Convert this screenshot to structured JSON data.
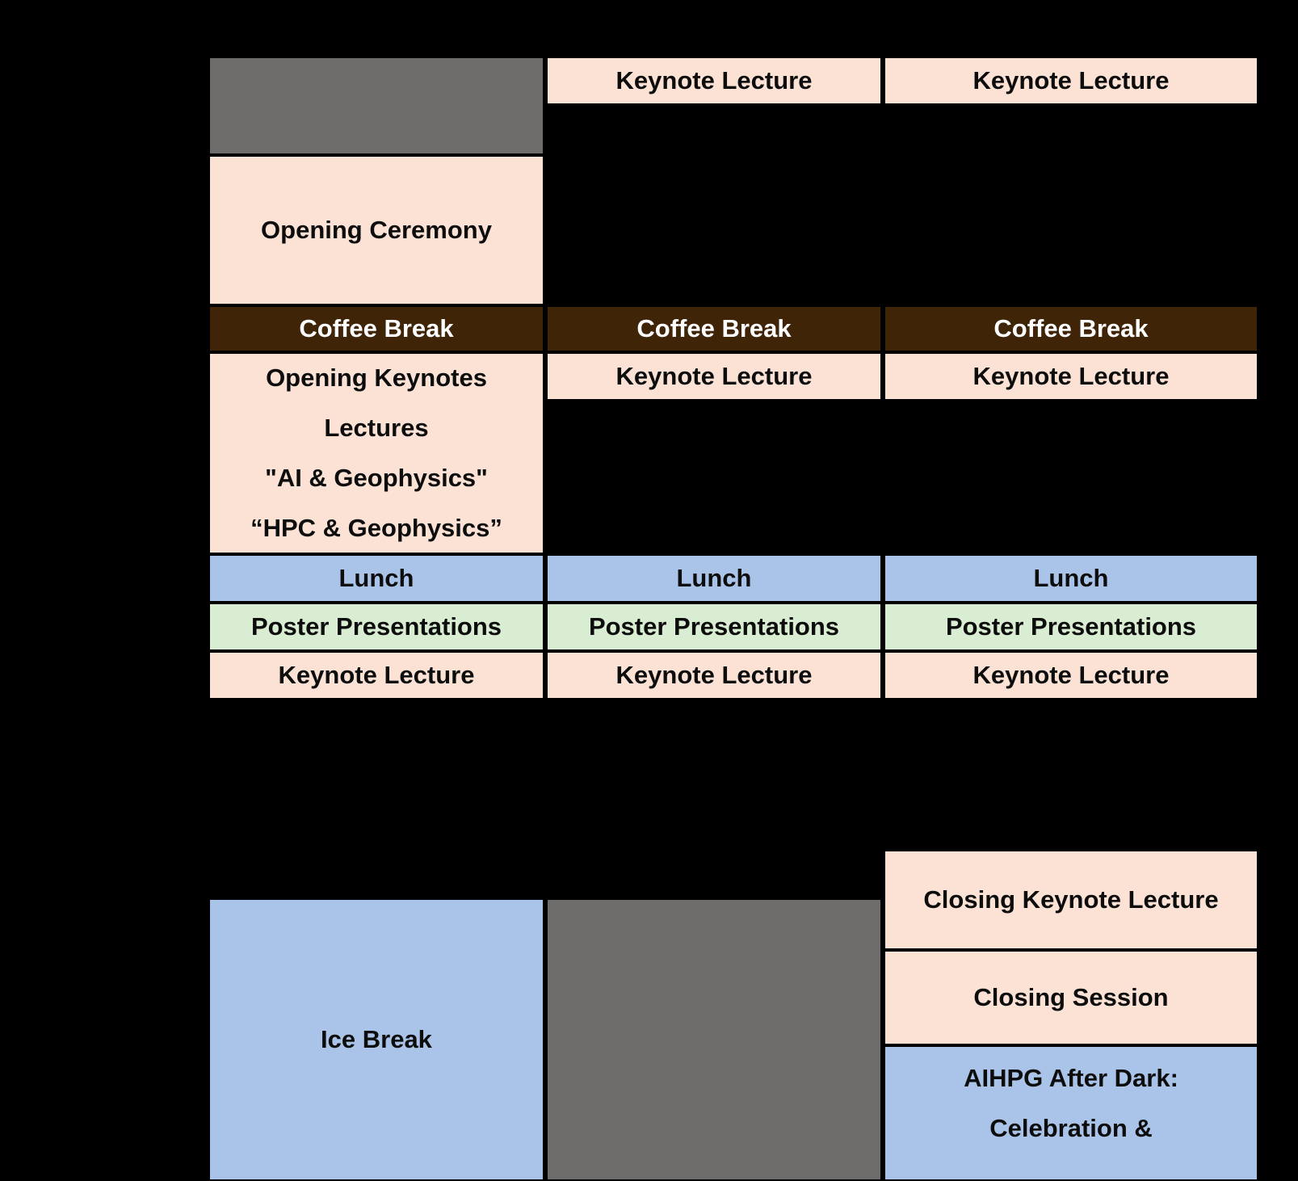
{
  "page": {
    "background": "#000000",
    "description_colors": {
      "keynote_block": "#FBE2D5",
      "coffee_block": "#3F2408",
      "lunch_ice_block": "#A9C4E8",
      "poster_block": "#D8EDD1",
      "empty_block": "#6F6C6C",
      "text_dark": "#0d0d0d",
      "text_light": "#FFFFFF"
    }
  },
  "cells": {
    "d2_keynote_early": {
      "label": "Keynote Lecture"
    },
    "d3_keynote_early": {
      "label": "Keynote Lecture"
    },
    "d1_opening_ceremony": {
      "label": "Opening Ceremony"
    },
    "d1_coffee": {
      "label": "Coffee Break"
    },
    "d2_coffee": {
      "label": "Coffee Break"
    },
    "d3_coffee": {
      "label": "Coffee Break"
    },
    "d1_opening_keynotes": {
      "lines": [
        "Opening Keynotes",
        "Lectures",
        "\"AI & Geophysics\"",
        "“HPC & Geophysics”"
      ]
    },
    "d2_keynote_morning": {
      "label": "Keynote Lecture"
    },
    "d3_keynote_morning": {
      "label": "Keynote Lecture"
    },
    "d1_lunch": {
      "label": "Lunch"
    },
    "d2_lunch": {
      "label": "Lunch"
    },
    "d3_lunch": {
      "label": "Lunch"
    },
    "d1_poster": {
      "label": "Poster Presentations"
    },
    "d2_poster": {
      "label": "Poster Presentations"
    },
    "d3_poster": {
      "label": "Poster Presentations"
    },
    "d1_keynote_afternoon": {
      "label": "Keynote Lecture"
    },
    "d2_keynote_afternoon": {
      "label": "Keynote Lecture"
    },
    "d3_keynote_afternoon": {
      "label": "Keynote Lecture"
    },
    "d3_closing_keynote": {
      "label": "Closing Keynote Lecture"
    },
    "d1_ice_break": {
      "label": "Ice Break"
    },
    "d3_closing_session": {
      "label": "Closing Session"
    },
    "d3_after_dark": {
      "lines": [
        "AIHPG After Dark:",
        "Celebration &"
      ]
    }
  }
}
